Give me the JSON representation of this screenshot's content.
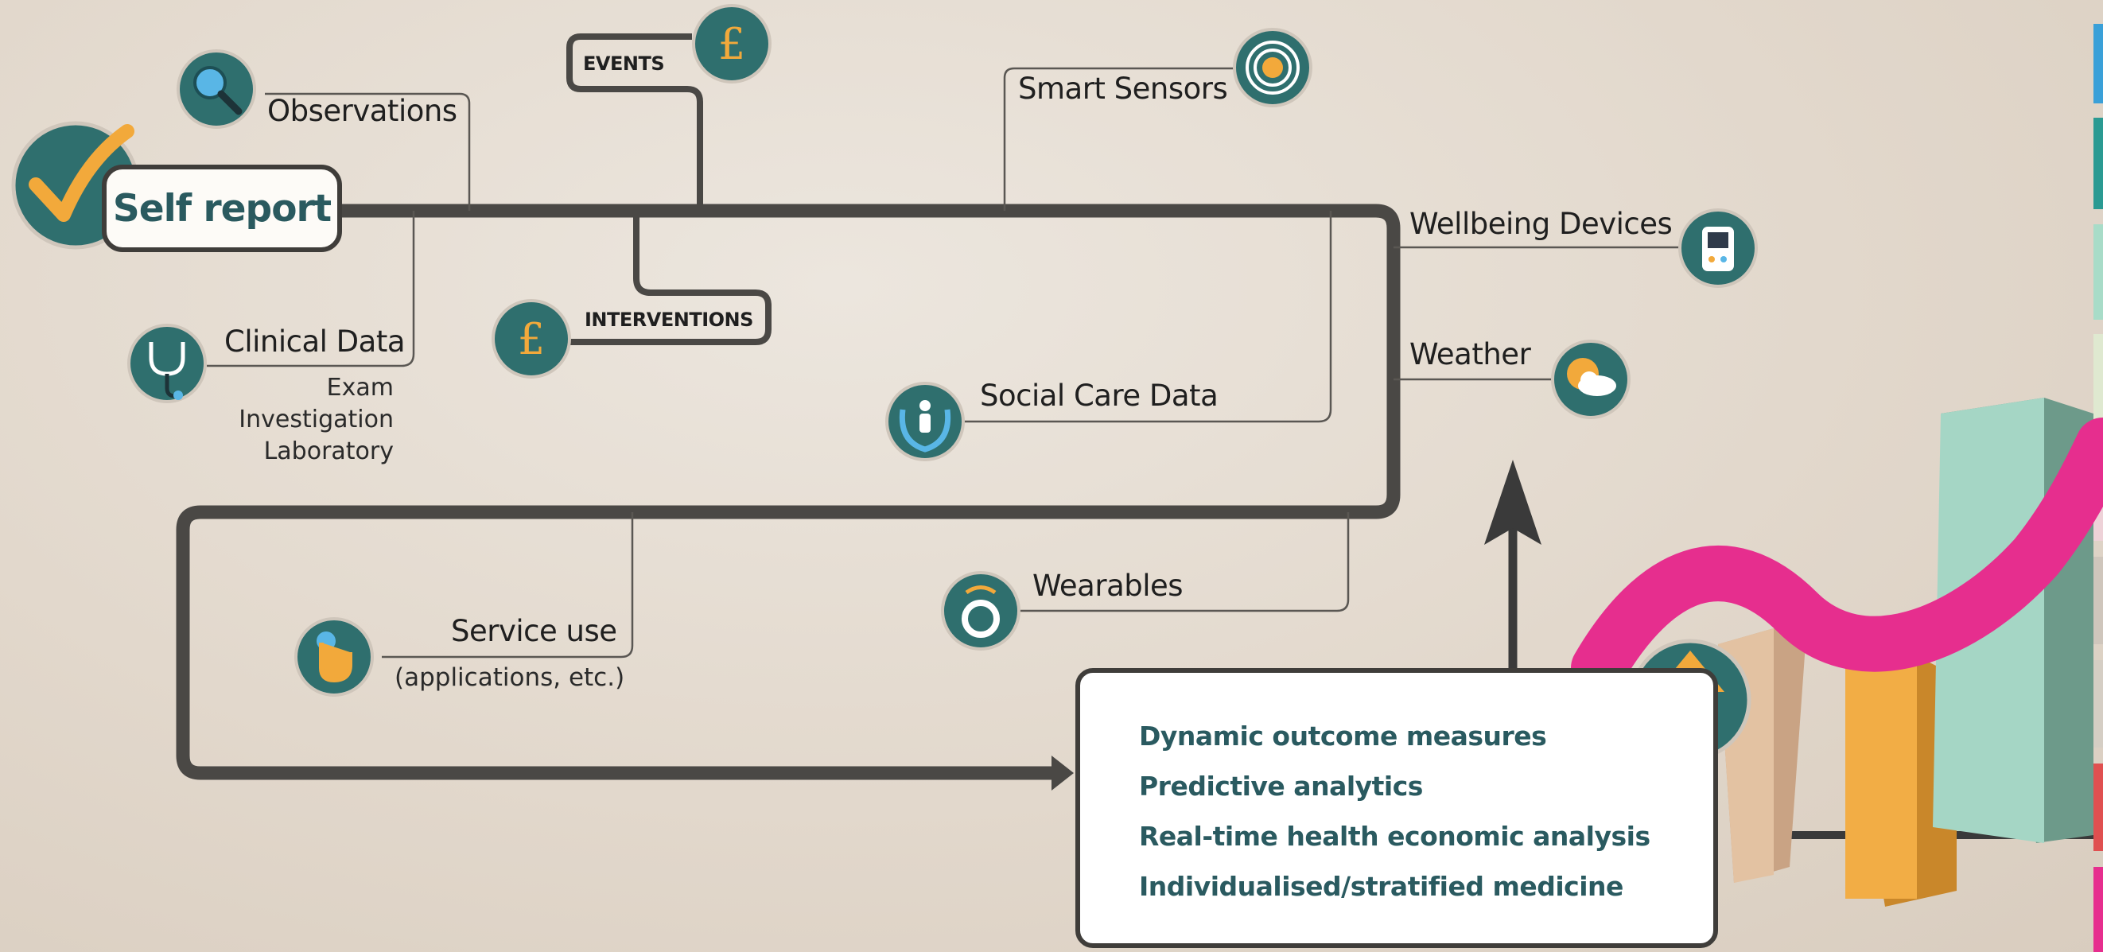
{
  "self_report": "Self report",
  "sources": {
    "observations": "Observations",
    "events": "EVENTS",
    "smart_sensors": "Smart Sensors",
    "wellbeing_devices": "Wellbeing Devices",
    "weather": "Weather",
    "clinical_data": "Clinical Data",
    "clinical_sub": [
      "Exam",
      "Investigation",
      "Laboratory"
    ],
    "interventions": "INTERVENTIONS",
    "social_care_data": "Social Care Data",
    "service_use": "Service use",
    "service_use_sub": "(applications, etc.)",
    "wearables": "Wearables"
  },
  "outcomes": [
    "Dynamic outcome measures",
    "Predictive analytics",
    "Real-time health economic analysis",
    "Individualised/stratified medicine"
  ],
  "icons": {
    "teal": "#2f6f6e",
    "orange": "#f2a93b",
    "line": "#4a4845",
    "pink": "#e62e8e",
    "bar_tan": "#d9b896",
    "bar_orange": "#f2ad45",
    "bar_mint": "#9ed1c2"
  },
  "currency_symbol": "£"
}
